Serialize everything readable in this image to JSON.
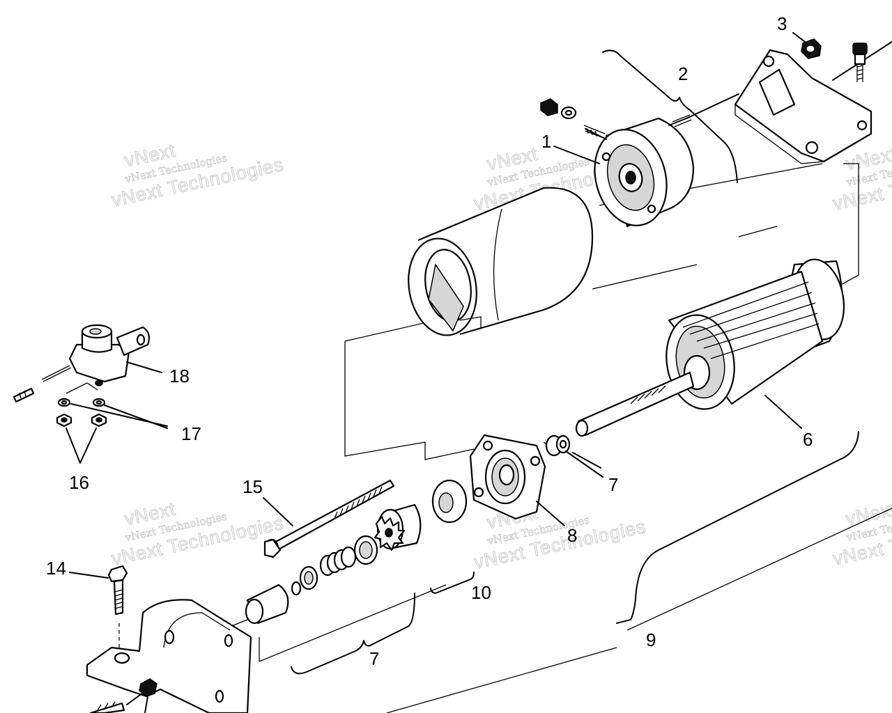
{
  "diagram": {
    "callouts": {
      "c1": "1",
      "c2": "2",
      "c3": "3",
      "c6": "6",
      "c7a": "7",
      "c7b": "7",
      "c8": "8",
      "c9": "9",
      "c10": "10",
      "c14": "14",
      "c15": "15",
      "c16": "16",
      "c17": "17",
      "c18": "18"
    },
    "watermarks": {
      "small": "vNext Technologies",
      "big": "vNext Technologies"
    },
    "line_color": "#000000",
    "watermark_color": "#bdbdbd"
  }
}
